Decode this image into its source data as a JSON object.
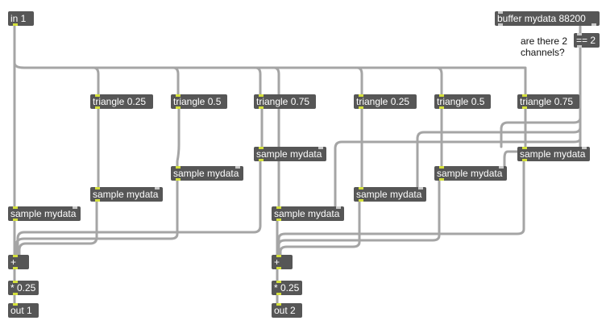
{
  "objects": {
    "in1": "in 1",
    "buffer": "buffer mydata 88200",
    "eq2": "== 2",
    "tri1": "triangle 0.25",
    "tri2": "triangle 0.5",
    "tri3": "triangle 0.75",
    "tri4": "triangle 0.25",
    "tri5": "triangle 0.5",
    "tri6": "triangle 0.75",
    "samp0": "sample mydata",
    "samp1": "sample mydata",
    "samp2": "sample mydata",
    "samp3": "sample mydata",
    "samp4": "sample mydata",
    "samp5": "sample mydata",
    "samp6": "sample mydata",
    "samp7": "sample mydata",
    "plus1": "+",
    "plus2": "+",
    "mul1": "* 0.25",
    "mul2": "* 0.25",
    "out1": "out 1",
    "out2": "out 2"
  },
  "comment": "are there 2\nchannels?",
  "colors": {
    "object_bg": "#565656",
    "object_text": "#ffffff",
    "wire": "#a5a5a5",
    "signal_port": "#d4e03c"
  }
}
